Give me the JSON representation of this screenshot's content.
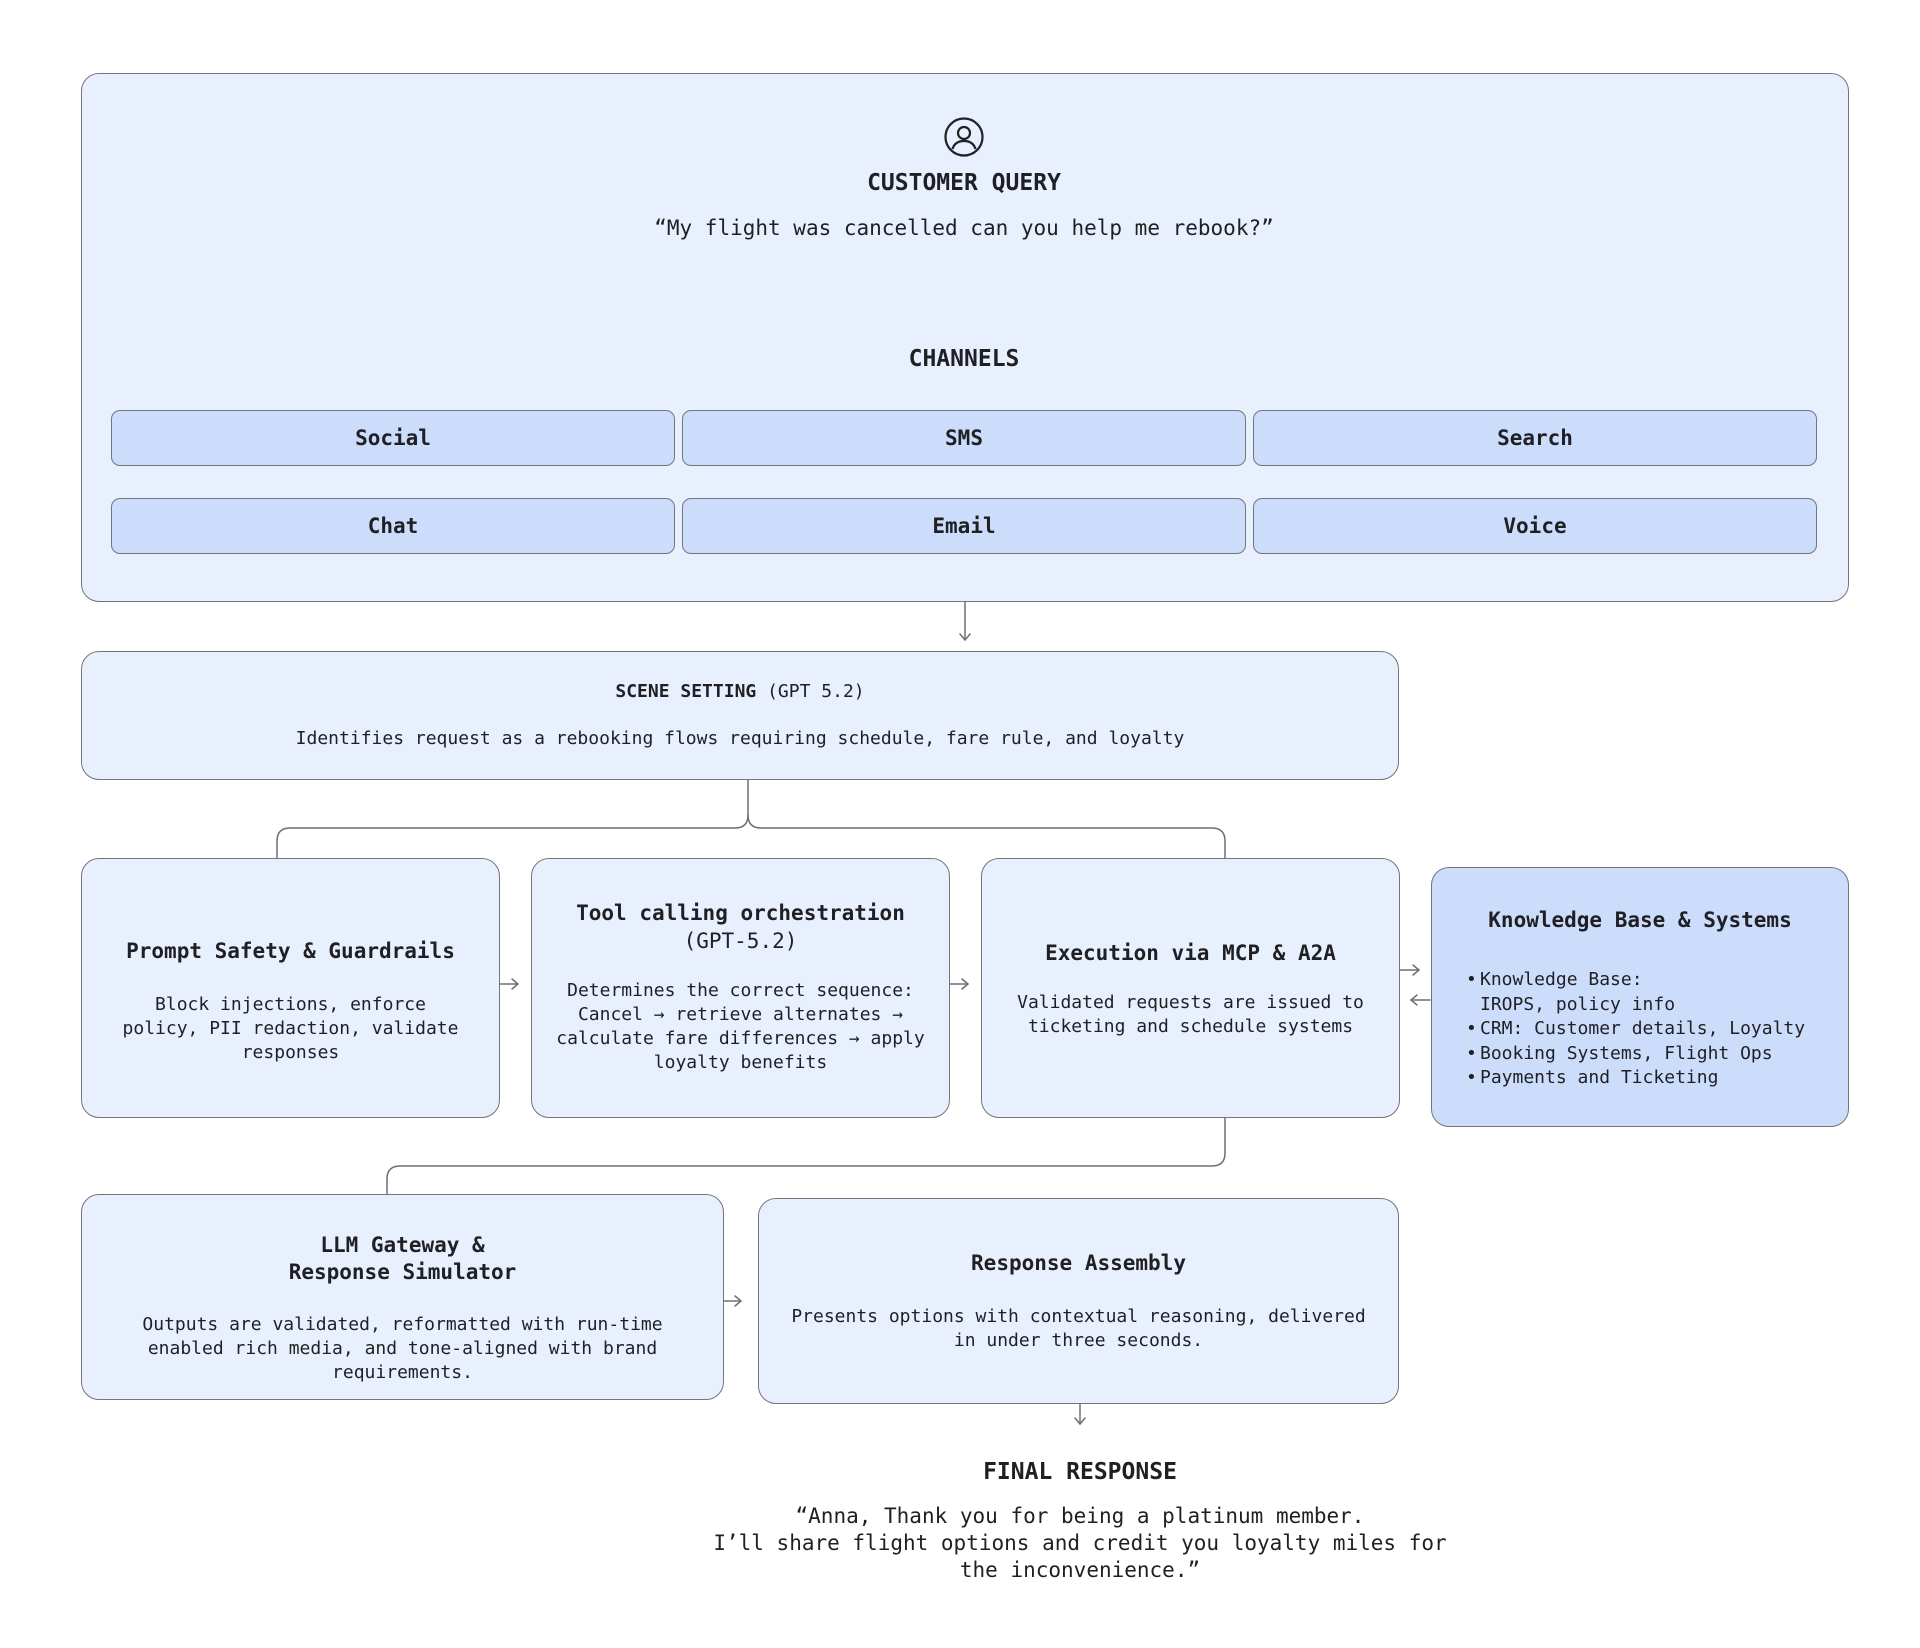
{
  "customer_query": {
    "icon": "user-icon",
    "title": "CUSTOMER QUERY",
    "quote": "“My flight was cancelled can you help me rebook?”"
  },
  "channels": {
    "title": "CHANNELS",
    "items": [
      "Social",
      "SMS",
      "Search",
      "Chat",
      "Email",
      "Voice"
    ]
  },
  "scene_setting": {
    "title_bold": "SCENE SETTING",
    "title_model": "(GPT 5.2)",
    "description": "Identifies request as a rebooking flows requiring schedule, fare rule, and loyalty"
  },
  "prompt_safety": {
    "title": "Prompt Safety & Guardrails",
    "description": "Block injections, enforce policy, PII redaction, validate responses"
  },
  "tool_calling": {
    "title": "Tool calling orchestration",
    "model": "(GPT-5.2)",
    "description": "Determines the correct sequence: Cancel → retrieve alternates → calculate fare differences → apply loyalty benefits"
  },
  "execution": {
    "title": "Execution via MCP & A2A",
    "description": "Validated requests are issued to ticketing and schedule systems"
  },
  "knowledge_base": {
    "title": "Knowledge Base & Systems",
    "items": [
      "Knowledge Base:\nIROPS, policy info",
      "CRM: Customer details, Loyalty",
      "Booking Systems, Flight Ops",
      "Payments and Ticketing"
    ]
  },
  "llm_gateway": {
    "title_line1": "LLM Gateway &",
    "title_line2": "Response Simulator",
    "description": "Outputs are validated, reformatted with run-time enabled rich media, and tone-aligned with brand requirements."
  },
  "response_assembly": {
    "title": "Response Assembly",
    "description": "Presents options with contextual reasoning, delivered in under three seconds."
  },
  "final_response": {
    "title": "FINAL RESPONSE",
    "quote_line1": "“Anna, Thank you for being a platinum member.",
    "quote_line2": "I’ll share flight options and credit you loyalty miles for",
    "quote_line3": "the inconvenience.”"
  },
  "colors": {
    "panel_light": "#e9f0fd",
    "panel_blue": "#ccdcfb",
    "border": "#74747e"
  }
}
